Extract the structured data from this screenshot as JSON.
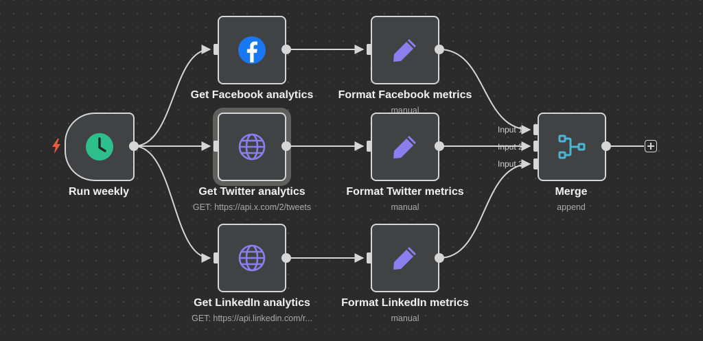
{
  "nodes": {
    "run_weekly": {
      "label": "Run weekly",
      "icon": "clock-icon"
    },
    "get_facebook": {
      "label": "Get Facebook analytics",
      "icon": "facebook-icon"
    },
    "get_twitter": {
      "label": "Get Twitter analytics",
      "subtitle": "GET: https://api.x.com/2/tweets",
      "icon": "globe-icon"
    },
    "get_linkedin": {
      "label": "Get LinkedIn analytics",
      "subtitle": "GET: https://api.linkedin.com/r...",
      "icon": "globe-icon"
    },
    "format_facebook": {
      "label": "Format Facebook metrics",
      "subtitle": "manual",
      "icon": "pencil-icon"
    },
    "format_twitter": {
      "label": "Format Twitter metrics",
      "subtitle": "manual",
      "icon": "pencil-icon"
    },
    "format_linkedin": {
      "label": "Format LinkedIn metrics",
      "subtitle": "manual",
      "icon": "pencil-icon"
    },
    "merge": {
      "label": "Merge",
      "subtitle": "append",
      "icon": "merge-icon",
      "inputs": [
        "Input 1",
        "Input 2",
        "Input 3"
      ]
    }
  },
  "colors": {
    "trigger_clock": "#2fbf8c",
    "trigger_bolt": "#ef5b3f",
    "facebook": "#1877f2",
    "action_icon": "#8b7ff0",
    "merge_icon": "#49b6d6"
  }
}
